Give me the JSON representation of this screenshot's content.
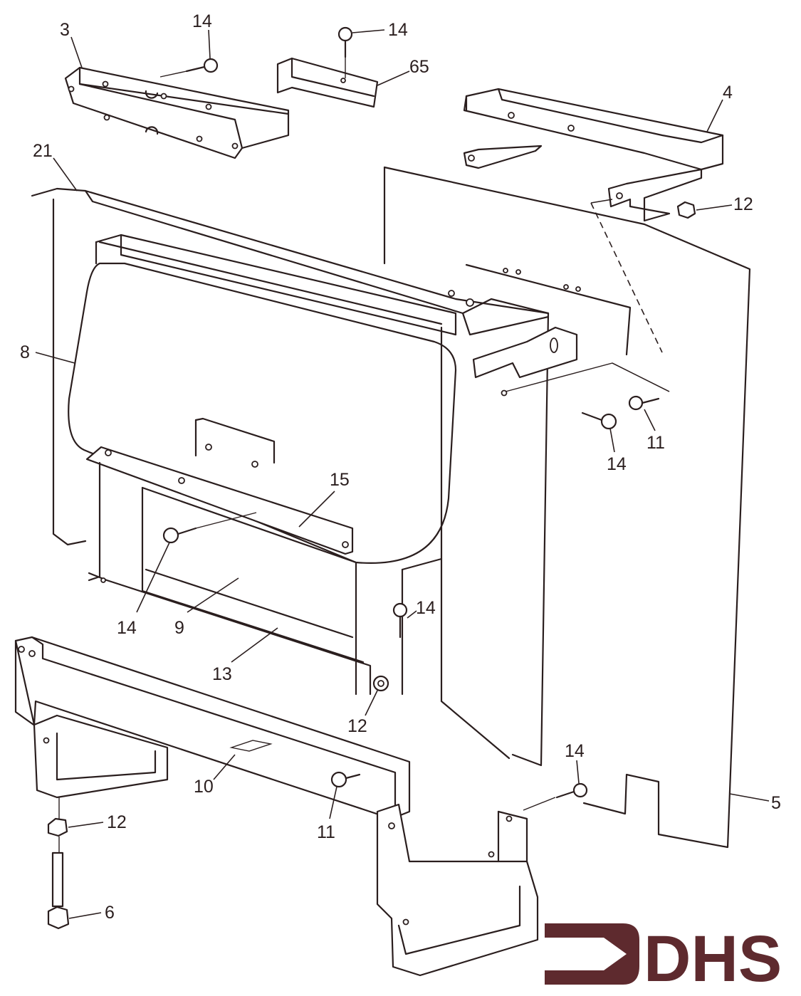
{
  "diagram": {
    "type": "exploded-parts-view",
    "callouts": [
      {
        "id": "c-3",
        "label": "3"
      },
      {
        "id": "c-14a",
        "label": "14"
      },
      {
        "id": "c-14b",
        "label": "14"
      },
      {
        "id": "c-65",
        "label": "65"
      },
      {
        "id": "c-4",
        "label": "4"
      },
      {
        "id": "c-21",
        "label": "21"
      },
      {
        "id": "c-12a",
        "label": "12"
      },
      {
        "id": "c-8",
        "label": "8"
      },
      {
        "id": "c-11a",
        "label": "11"
      },
      {
        "id": "c-14c",
        "label": "14"
      },
      {
        "id": "c-15",
        "label": "15"
      },
      {
        "id": "c-14d",
        "label": "14"
      },
      {
        "id": "c-9",
        "label": "9"
      },
      {
        "id": "c-14e",
        "label": "14"
      },
      {
        "id": "c-13",
        "label": "13"
      },
      {
        "id": "c-12b",
        "label": "12"
      },
      {
        "id": "c-10",
        "label": "10"
      },
      {
        "id": "c-14f",
        "label": "14"
      },
      {
        "id": "c-5",
        "label": "5"
      },
      {
        "id": "c-12c",
        "label": "12"
      },
      {
        "id": "c-11b",
        "label": "11"
      },
      {
        "id": "c-6",
        "label": "6"
      }
    ]
  },
  "logo": {
    "text": "DHS",
    "color": "#5e2a2e"
  }
}
